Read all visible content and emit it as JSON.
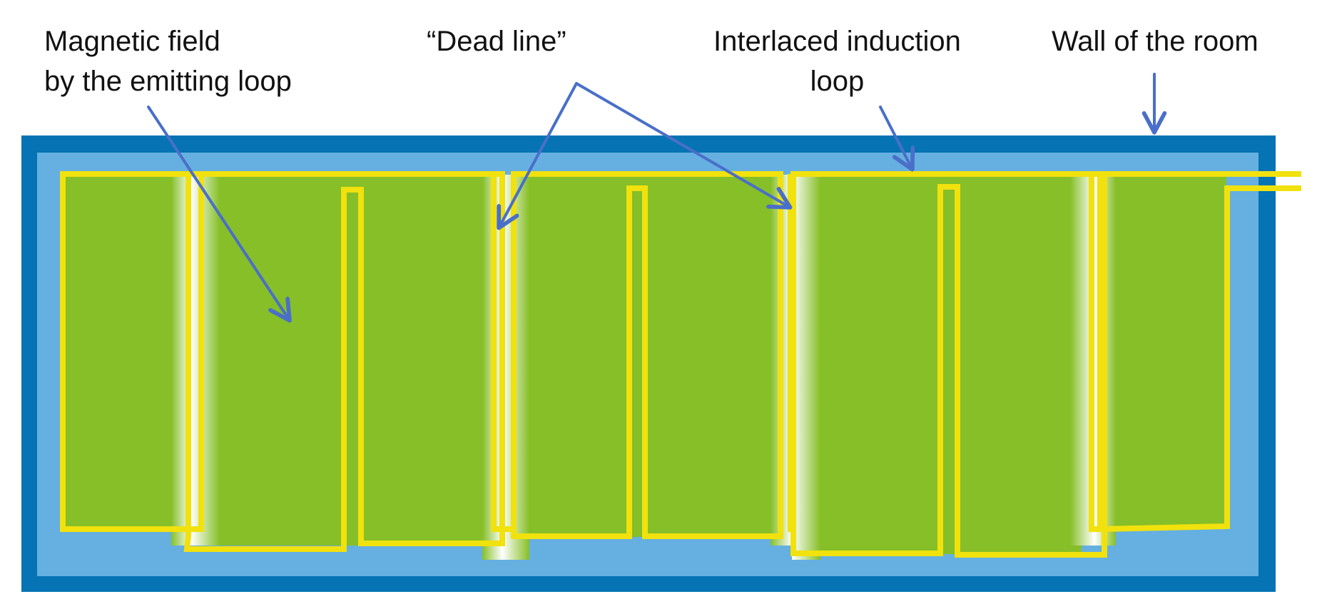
{
  "labels": {
    "magnetic_field": [
      "Magnetic field",
      "by the emitting loop"
    ],
    "dead_line": "“Dead line”",
    "induction_loop": [
      "Interlaced induction",
      "loop"
    ],
    "wall": "Wall of the room"
  },
  "colors": {
    "wall": "#0573b4",
    "floor": "#65b0e0",
    "field": "#86bf27",
    "loop": "#f1e10d",
    "arrow": "#4a6fc9",
    "text": "#111111"
  }
}
